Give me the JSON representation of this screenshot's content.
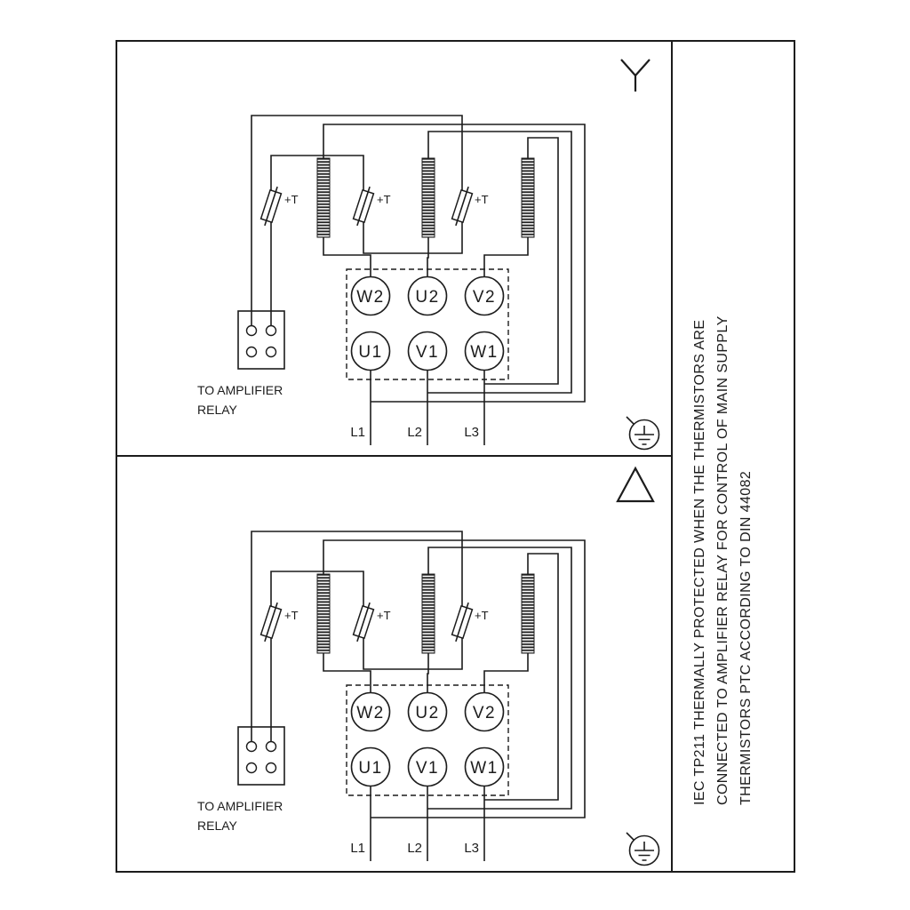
{
  "side_note": {
    "lines": [
      "IEC TP211 THERMALLY PROTECTED WHEN THE THERMISTORS ARE",
      "CONNECTED TO AMPLIFIER RELAY FOR CONTROL OF MAIN SUPPLY",
      "THERMISTORS PTC ACCORDING TO DIN 44082"
    ]
  },
  "panels": [
    {
      "connection_symbol": "star",
      "thermistor_labels": [
        "+T",
        "+T",
        "+T"
      ],
      "terminals_top": [
        "W2",
        "U2",
        "V2"
      ],
      "terminals_bottom": [
        "U1",
        "V1",
        "W1"
      ],
      "relay_note_line1": "TO AMPLIFIER",
      "relay_note_line2": "RELAY",
      "supply_labels": [
        "L1",
        "L2",
        "L3"
      ]
    },
    {
      "connection_symbol": "delta",
      "thermistor_labels": [
        "+T",
        "+T",
        "+T"
      ],
      "terminals_top": [
        "W2",
        "U2",
        "V2"
      ],
      "terminals_bottom": [
        "U1",
        "V1",
        "W1"
      ],
      "relay_note_line1": "TO AMPLIFIER",
      "relay_note_line2": "RELAY",
      "supply_labels": [
        "L1",
        "L2",
        "L3"
      ]
    }
  ],
  "colors": {
    "ink": "#1c1c1c",
    "background": "#ffffff"
  }
}
